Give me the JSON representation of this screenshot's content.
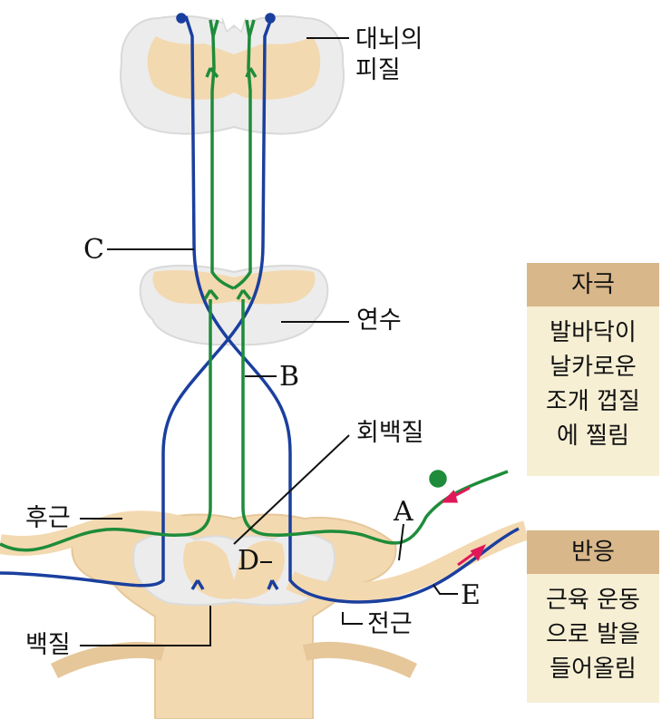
{
  "labels": {
    "cerebral_cortex": "대뇌의\n피질",
    "medulla": "연수",
    "gray_matter": "회백질",
    "dorsal_root": "후근",
    "white_matter": "백질",
    "ventral_root": "전근"
  },
  "letters": {
    "a": "A",
    "b": "B",
    "c": "C",
    "d": "D",
    "e": "E"
  },
  "stimulus": {
    "title": "자극",
    "text": "발바닥이\n날카로운\n조개 껍질\n에 찔림"
  },
  "response": {
    "title": "반응",
    "text": "근육 운동\n으로 발을\n들어올림"
  },
  "colors": {
    "sensory_pathway": "#1e8c3a",
    "motor_pathway": "#1a3f9e",
    "arrow": "#e0185a",
    "tissue": "#f3d9b0",
    "tissue_outline": "#e6c79a",
    "white_matter": "#ededed",
    "box_header": "#d8b78a",
    "box_body": "#f6efd4"
  }
}
